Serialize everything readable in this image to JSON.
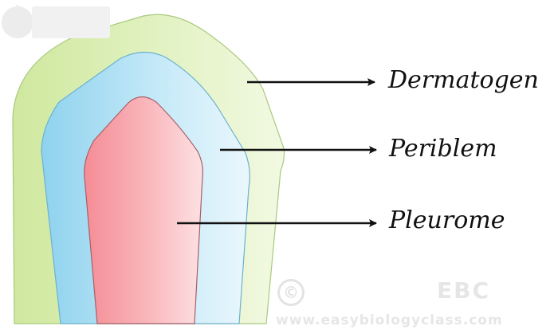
{
  "labels": {
    "dermatogen": "Dermatogen",
    "periblem": "Periblem",
    "pleurome": "Pleurome"
  },
  "watermark": {
    "copyright": "©",
    "logo": "EBC",
    "url": "www.easybiologyclass.com"
  },
  "colors": {
    "dermatogen": "#d8ecb0",
    "periblem": "#a6dcf2",
    "pleurome": "#f5a5ab",
    "arrow": "#111111",
    "watermark": "#e4e4e4"
  }
}
